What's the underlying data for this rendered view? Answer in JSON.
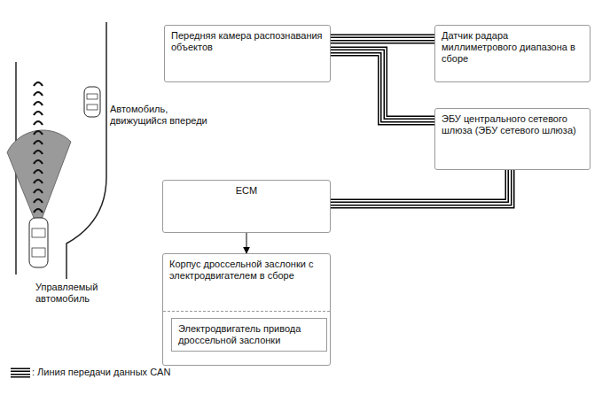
{
  "diagram": {
    "nodes": [
      {
        "text": [
          "Передняя камера распознавания объектов"
        ]
      },
      {
        "text": [
          "Датчик радара миллиметрового диапазона в сборе"
        ]
      },
      {
        "text": [
          "ЭБУ центрального сетевого шлюза (ЭБУ сетевого шлюза)"
        ]
      },
      {
        "text": [
          "ECM"
        ]
      },
      {
        "text": [
          "Корпус дроссельной заслонки с электродвигателем в сборе"
        ]
      },
      {
        "text": [
          "Электродвигатель привода дроссельной заслонки"
        ],
        "in": 4
      }
    ],
    "edges": [
      {
        "from": 0,
        "to": 1,
        "arrow": "none"
      },
      {
        "from": 0,
        "to": 2,
        "arrow": "none"
      },
      {
        "from": 2,
        "to": 3,
        "arrow": "none"
      },
      {
        "from": 3,
        "to": 4,
        "arrow": "to"
      }
    ],
    "labels": [
      "Автомобиль, движущийся впереди",
      "Управляемый автомобиль"
    ],
    "legend": [
      {
        "text": ": Линия передачи данных CAN"
      }
    ]
  }
}
